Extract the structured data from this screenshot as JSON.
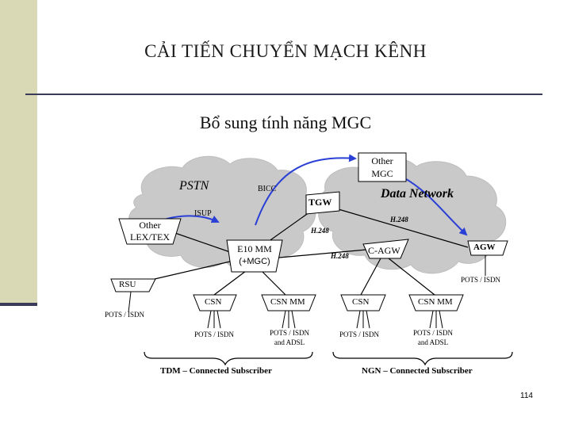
{
  "title": "CẢI TIẾN CHUYỂN MẠCH KÊNH",
  "subtitle": "Bổ sung tính năng MGC",
  "clouds": {
    "pstn": "PSTN",
    "data_network": "Data Network"
  },
  "nodes": {
    "other_mgc": [
      "Other",
      "MGC"
    ],
    "other_lex": [
      "Other",
      "LEX/TEX"
    ],
    "tgw": "TGW",
    "e10": [
      "E10 MM",
      "(+MGC)"
    ],
    "c_agw": "C-AGW",
    "agw": "AGW",
    "rsu": "RSU",
    "csn_left": "CSN",
    "csn_mm_left": "CSN MM",
    "csn_right": "CSN",
    "csn_mm_right": "CSN MM"
  },
  "links": {
    "bicc": "BICC",
    "isup": "ISUP",
    "h248_top": "H.248",
    "h248_mid": "H.248",
    "h248_low": "H.248"
  },
  "access": {
    "pots_isdn_rsu": "POTS / ISDN",
    "pots_isdn_agw": "POTS / ISDN",
    "pots_isdn_csn_left": "POTS / ISDN",
    "pots_isdn_adsl_left": [
      "POTS / ISDN",
      "and ADSL"
    ],
    "pots_isdn_csn_right": "POTS / ISDN",
    "pots_isdn_adsl_right": [
      "POTS / ISDN",
      "and ADSL"
    ]
  },
  "groups": {
    "tdm": "TDM – Connected Subscriber",
    "ngn": "NGN – Connected Subscriber"
  },
  "page_number": "114",
  "colors": {
    "cloud_fill": "#c9c9c9",
    "box_fill": "#ffffff",
    "box_stroke": "#000000",
    "arrow_blue": "#2a3fd6",
    "band": "#d9d9b6",
    "rule": "#3a3a5a"
  }
}
